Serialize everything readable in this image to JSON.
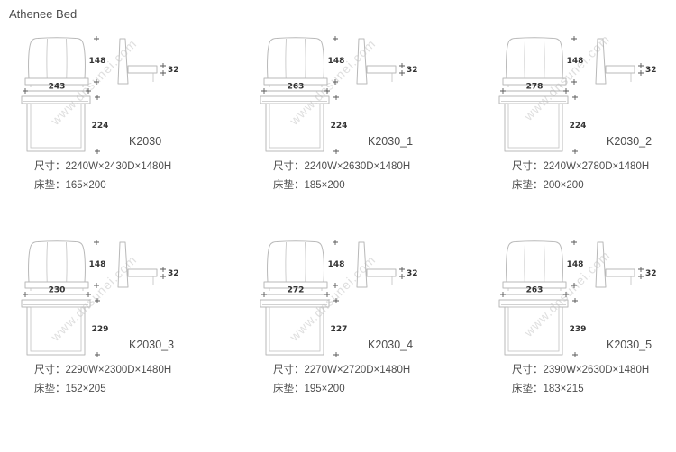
{
  "page": {
    "title": "Athenee Bed",
    "watermark": "www.dnsunei.com"
  },
  "labels": {
    "size_prefix": "尺寸：",
    "mattress_prefix": "床垫："
  },
  "products": [
    {
      "model": "K2030",
      "front_width": "243",
      "front_height": "148",
      "side_thickness": "32",
      "top_depth": "224",
      "size": "2240W×2430D×1480H",
      "mattress": "165×200"
    },
    {
      "model": "K2030_1",
      "front_width": "263",
      "front_height": "148",
      "side_thickness": "32",
      "top_depth": "224",
      "size": "2240W×2630D×1480H",
      "mattress": "185×200"
    },
    {
      "model": "K2030_2",
      "front_width": "278",
      "front_height": "148",
      "side_thickness": "32",
      "top_depth": "224",
      "size": "2240W×2780D×1480H",
      "mattress": "200×200"
    },
    {
      "model": "K2030_3",
      "front_width": "230",
      "front_height": "148",
      "side_thickness": "32",
      "top_depth": "229",
      "size": "2290W×2300D×1480H",
      "mattress": "152×205"
    },
    {
      "model": "K2030_4",
      "front_width": "272",
      "front_height": "148",
      "side_thickness": "32",
      "top_depth": "227",
      "size": "2270W×2720D×1480H",
      "mattress": "195×200"
    },
    {
      "model": "K2030_5",
      "front_width": "263",
      "front_height": "148",
      "side_thickness": "32",
      "top_depth": "239",
      "size": "2390W×2630D×1480H",
      "mattress": "183×215"
    }
  ]
}
